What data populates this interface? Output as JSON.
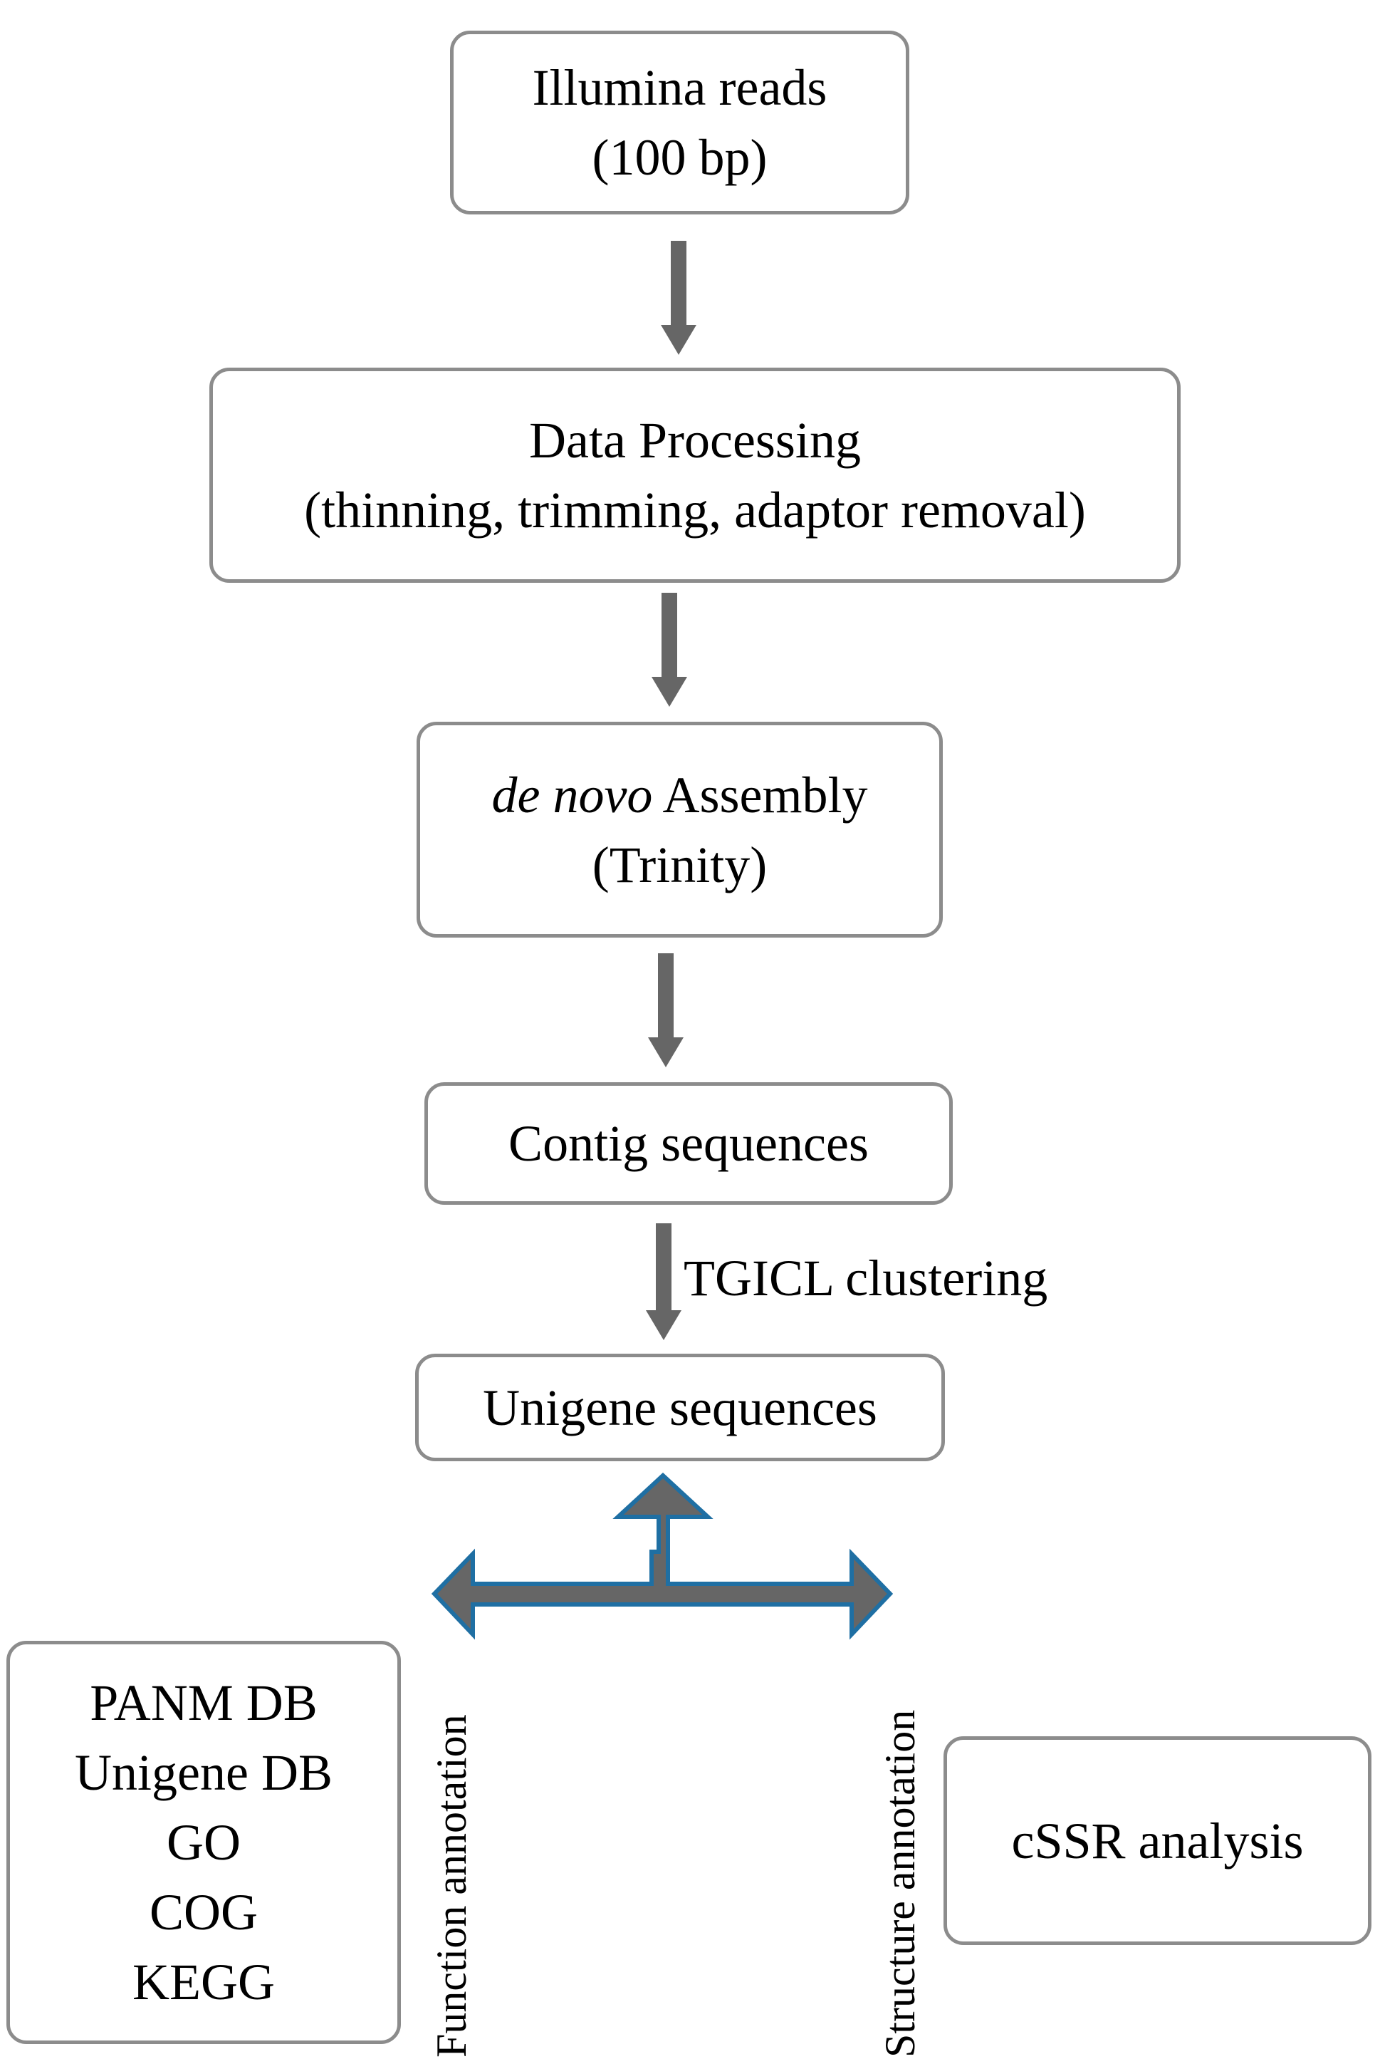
{
  "nodes": {
    "illumina": {
      "line1": "Illumina reads",
      "line2": "(100 bp)"
    },
    "processing": {
      "line1": "Data Processing",
      "line2": "(thinning, trimming, adaptor removal)"
    },
    "assembly": {
      "italic": "de novo",
      "rest": " Assembly",
      "line2": "(Trinity)"
    },
    "contig": {
      "label": "Contig sequences"
    },
    "unigene": {
      "label": "Unigene sequences"
    },
    "databases": {
      "items": [
        "PANM DB",
        "Unigene DB",
        "GO",
        "COG",
        "KEGG"
      ]
    },
    "cssr": {
      "label": "cSSR analysis"
    }
  },
  "edge_labels": {
    "clustering": "TGICL clustering",
    "function": "Function annotation",
    "structure": "Structure annotation"
  },
  "colors": {
    "box_border": "#8c8c8c",
    "arrow_gray": "#666666",
    "arrow_outline": "#1f6fa3"
  }
}
